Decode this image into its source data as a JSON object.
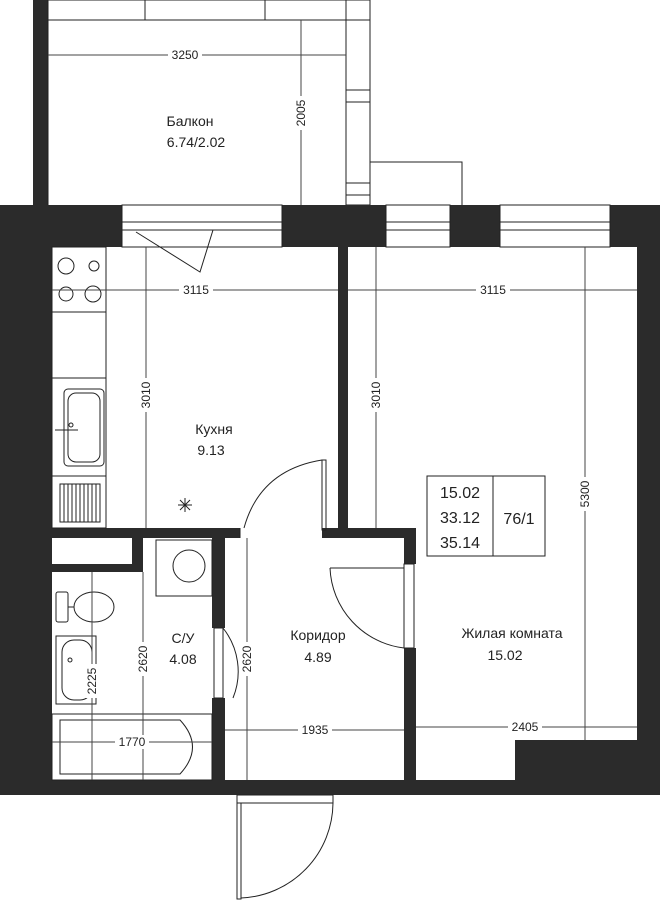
{
  "rooms": {
    "balcony": {
      "name": "Балкон",
      "area": "6.74/2.02"
    },
    "kitchen": {
      "name": "Кухня",
      "area": "9.13"
    },
    "bathroom": {
      "name": "С/У",
      "area": "4.08"
    },
    "corridor": {
      "name": "Коридор",
      "area": "4.89"
    },
    "living": {
      "name": "Жилая комната",
      "area": "15.02"
    }
  },
  "dimensions": {
    "balcony_width": "3250",
    "balcony_depth": "2005",
    "kitchen_width": "3115",
    "kitchen_depth": "3010",
    "living_width": "3115",
    "living_depth": "3010",
    "living_length": "5300",
    "living_bottom": "2405",
    "corridor_width": "1935",
    "corridor_height": "2620",
    "bath_height": "2620",
    "bath_width": "1770",
    "bath_depth": "2225"
  },
  "summary": {
    "living_area": "15.02",
    "total_area": "33.12",
    "total_with_balcony": "35.14",
    "apartment_number": "76/1"
  }
}
